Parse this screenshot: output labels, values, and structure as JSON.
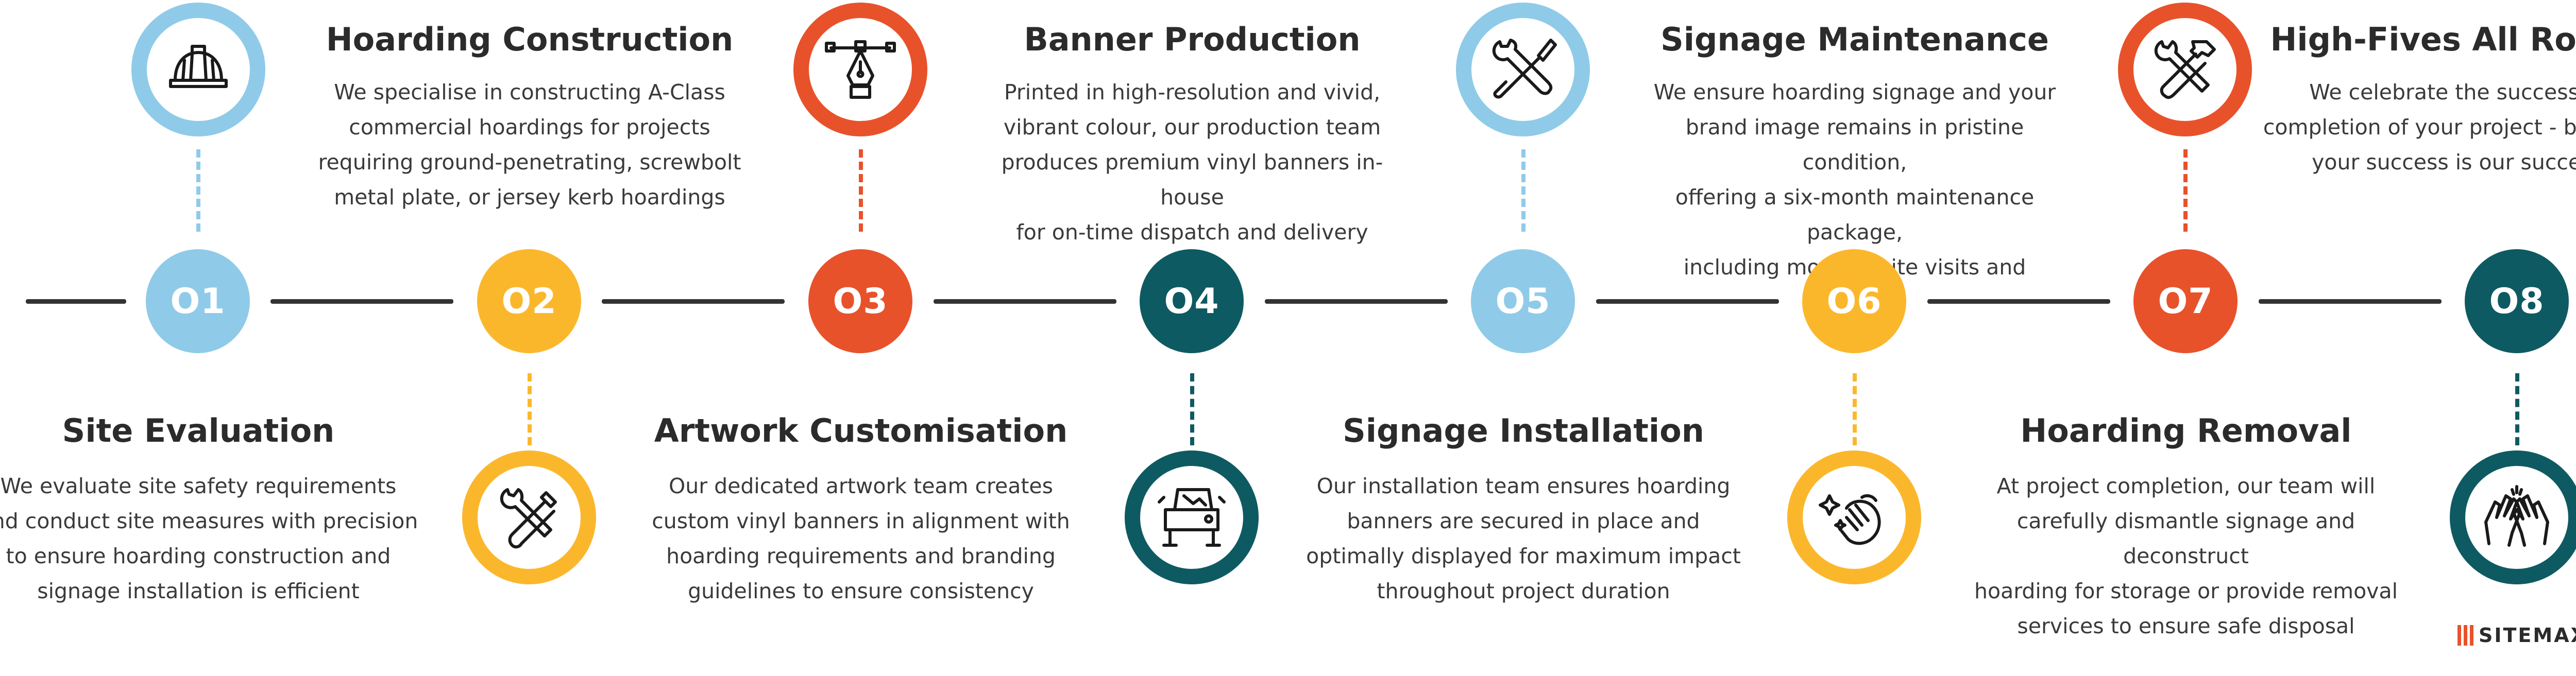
{
  "colors": {
    "light_blue": "#8fcbe8",
    "yellow": "#fbb72c",
    "orange": "#e8522b",
    "teal": "#0e5a62",
    "line": "#333333"
  },
  "steps": [
    {
      "number": "O1",
      "title": "Site Evaluation",
      "icon": "hard-hat-icon",
      "description": [
        "We evaluate site safety requirements",
        "and conduct site measures with precision",
        "to ensure hoarding construction and",
        "signage installation is efficient"
      ]
    },
    {
      "number": "O2",
      "title": "Hoarding Construction",
      "icon": "tools-icon",
      "description": [
        "We specialise in constructing A-Class",
        "commercial hoardings for projects",
        "requiring ground-penetrating, screwbolt",
        "metal plate, or jersey kerb hoardings"
      ]
    },
    {
      "number": "O3",
      "title": "Artwork Customisation",
      "icon": "pen-tool-icon",
      "description": [
        "Our dedicated artwork team creates",
        "custom vinyl banners in alignment with",
        "hoarding requirements and branding",
        "guidelines to ensure consistency"
      ]
    },
    {
      "number": "O4",
      "title": "Banner Production",
      "icon": "printer-icon",
      "description": [
        "Printed in high-resolution and vivid,",
        "vibrant colour, our production team",
        "produces premium vinyl banners in-house",
        "for on-time dispatch and delivery"
      ]
    },
    {
      "number": "O5",
      "title": "Signage Installation",
      "icon": "wrench-screwdriver-icon",
      "description": [
        "Our installation team ensures hoarding",
        "banners are secured in place and",
        "optimally displayed for maximum impact",
        "throughout project duration"
      ]
    },
    {
      "number": "O6",
      "title": "Signage Maintenance",
      "icon": "cleaning-hand-icon",
      "description": [
        "We ensure hoarding signage and your",
        "brand image remains in pristine condition,",
        "offering a six-month maintenance package,",
        "including monthly site visits and reporting"
      ]
    },
    {
      "number": "O7",
      "title": "Hoarding Removal",
      "icon": "hammer-wrench-icon",
      "description": [
        "At project completion, our team will",
        "carefully dismantle signage and deconstruct",
        "hoarding for storage or provide removal",
        "services to ensure safe disposal"
      ]
    },
    {
      "number": "O8",
      "title": "High-Fives All Round",
      "icon": "high-five-icon",
      "description": [
        "We celebrate the successful",
        "completion of your project - because",
        "your success is our success"
      ]
    }
  ],
  "logo": {
    "text": "SITEMAX"
  }
}
